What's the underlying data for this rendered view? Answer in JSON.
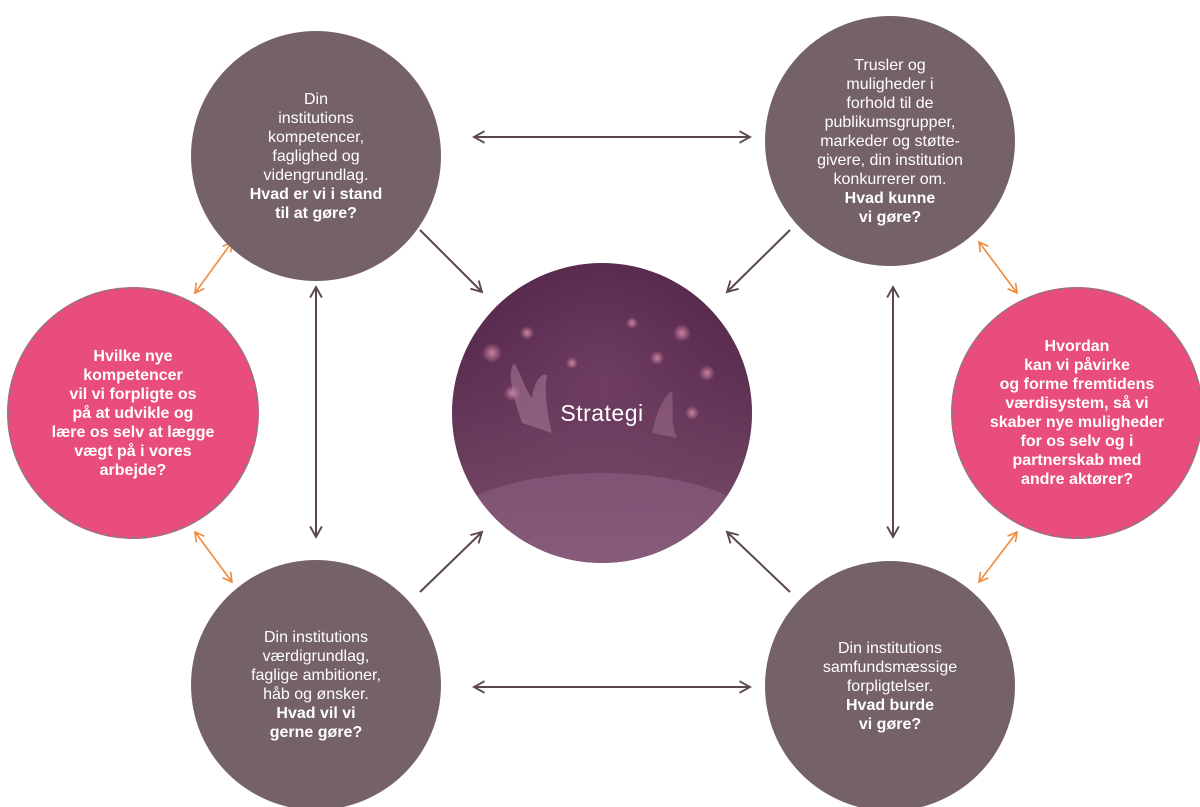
{
  "center": {
    "label": "Strategi"
  },
  "top_left": {
    "plain": "Din\ninstitutions\nkompetencer,\nfaglighed og\nvidengrundlag.",
    "bold": "Hvad er vi i stand\ntil at gøre?"
  },
  "top_right": {
    "plain": "Trusler og\nmuligheder i\nforhold til de\npublikumsgrupper,\nmarkeder og støtte-\ngivere, din institution\nkonkurrerer om.",
    "bold": "Hvad kunne\nvi gøre?"
  },
  "bottom_left": {
    "plain": "Din institutions\nværdigrundlag,\nfaglige ambitioner,\nhåb og ønsker.",
    "bold": "Hvad vil vi\ngerne gøre?"
  },
  "bottom_right": {
    "plain": "Din institutions\nsamfundsmæssige\nforpligtelser.",
    "bold": "Hvad burde\nvi gøre?"
  },
  "left_question": {
    "text": "Hvilke nye\nkompetencer\nvil vi forpligte os\npå at udvikle og\nlære os selv at lægge\nvægt på i vores\narbejde?"
  },
  "right_question": {
    "text": "Hvordan\nkan vi påvirke\nog forme fremtidens\nværdisystem, så vi\nskaber nye muligheder\nfor os selv og i\npartnerskab med\nandre aktører?"
  },
  "colors": {
    "gray_node": "#746169",
    "pink_node": "#e94d7b",
    "center_bg": "#4a2344",
    "arrow": "#5a4650",
    "orange_arrow": "#f08a3c"
  }
}
